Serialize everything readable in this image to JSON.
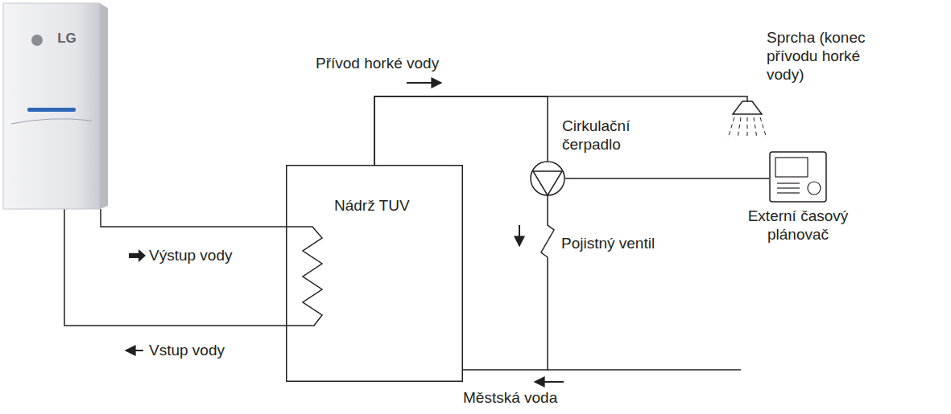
{
  "diagram": {
    "nodes": [
      {
        "text": [
          "LG"
        ]
      },
      {
        "text": [
          "Nádrž TUV"
        ]
      },
      {
        "text": [
          "Sprcha (konec přívodu horké vody)"
        ]
      },
      {
        "text": [
          "Cirkulační čerpadlo"
        ]
      },
      {
        "text": [
          "Externí časový plánovač"
        ]
      },
      {
        "text": [
          "Pojistný ventil"
        ]
      }
    ],
    "edges": [
      {
        "from": 0,
        "to": 1,
        "arrow": "none"
      },
      {
        "from": 1,
        "to": 0,
        "arrow": "none"
      },
      {
        "from": 1,
        "to": 2,
        "arrow": "none"
      },
      {
        "from": 1,
        "to": 3,
        "arrow": "none"
      },
      {
        "from": 3,
        "to": 5,
        "arrow": "none"
      },
      {
        "from": 5,
        "to": 1,
        "arrow": "none"
      },
      {
        "from": 3,
        "to": 4,
        "arrow": "none"
      }
    ],
    "labels": [
      "Přívod horké vody",
      "Výstup vody",
      "Vstup vody",
      "Městská voda"
    ]
  }
}
